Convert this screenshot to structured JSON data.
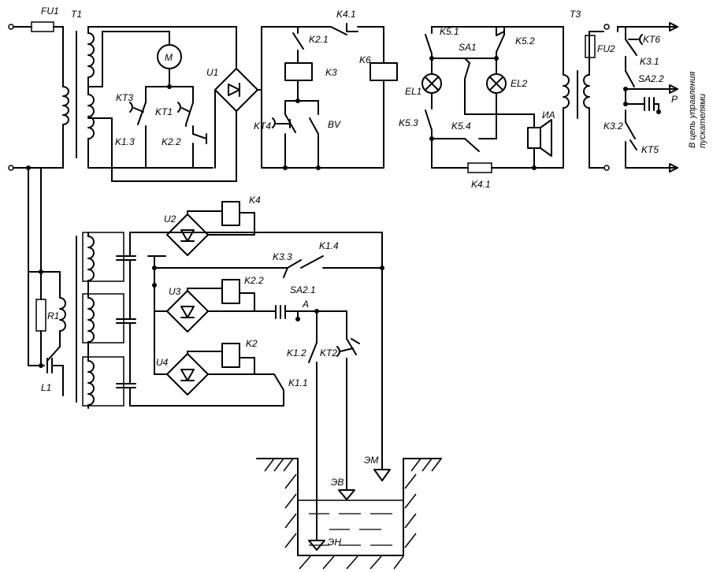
{
  "labels": {
    "FU1": "FU1",
    "T1": "T1",
    "M": "M",
    "U1": "U1",
    "K4_1_top": "K4.1",
    "K2_1": "K2.1",
    "K3": "K3",
    "K6": "K6",
    "KT3": "KT3",
    "KT1": "KT1",
    "K1_3": "K1.3",
    "K2_2_top": "K2.2",
    "KT4": "KT4",
    "BV": "BV",
    "K5_1": "K5.1",
    "SA1": "SA1",
    "K5_2": "K5.2",
    "EL1": "EL1",
    "EL2": "EL2",
    "K5_3": "K5.3",
    "K5_4": "K5.4",
    "IA": "ИА",
    "K4_1_bot": "K4.1",
    "T3": "T3",
    "FU2": "FU2",
    "KT6": "KT6",
    "K3_1": "K3.1",
    "SA2_2": "SA2.2",
    "P": "P",
    "K3_2": "K3.2",
    "KT5": "KT5",
    "side_1": "В цепь управления",
    "side_2": "пускателями",
    "R1": "R1",
    "L1": "L1",
    "U2": "U2",
    "K4": "K4",
    "K3_3": "K3.3",
    "K1_4": "K1.4",
    "U3": "U3",
    "K2_2_mid": "K2.2",
    "SA2_1": "SA2.1",
    "A": "A",
    "K1_2": "K1.2",
    "KT2": "KT2",
    "U4": "U4",
    "K2": "K2",
    "K1_1": "K1.1",
    "EM": "ЭМ",
    "EV": "ЭВ",
    "EN": "ЭН"
  }
}
